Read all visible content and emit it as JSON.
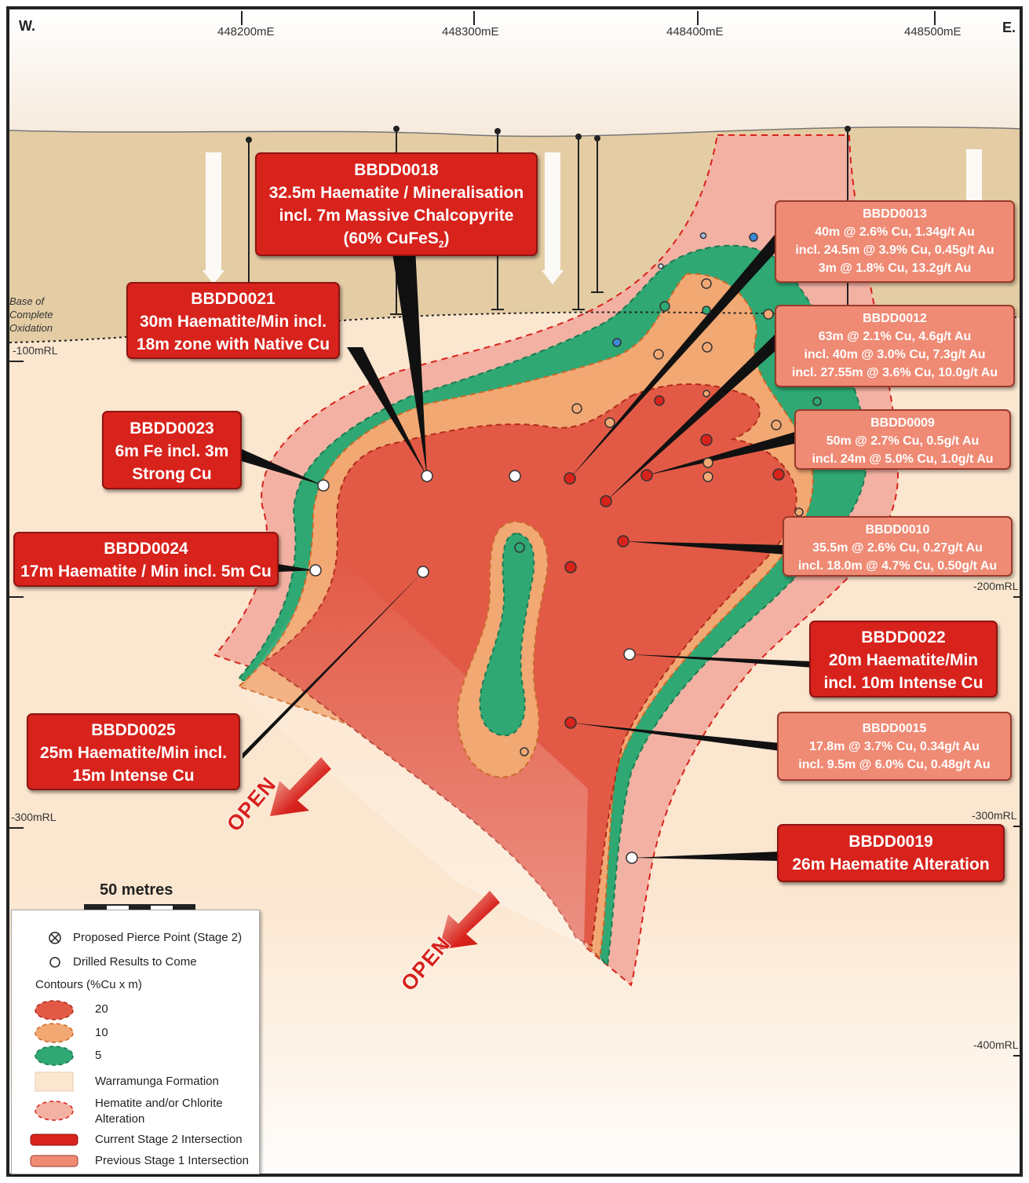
{
  "compass": {
    "west": "W.",
    "east": "E."
  },
  "eastings": [
    "448200mE",
    "448300mE",
    "448400mE",
    "448500mE"
  ],
  "rl_labels": {
    "m100": "-100mRL",
    "m200": "-200mRL",
    "m300_left": "-300mRL",
    "m300_right": "-300mRL",
    "m400": "-400mRL"
  },
  "oxidation_label": [
    "Base of",
    "Complete",
    "Oxidation"
  ],
  "open_labels": [
    "OPEN",
    "OPEN"
  ],
  "scale_bar": "50 metres",
  "intersections": {
    "bbdd0018": {
      "title": "BBDD0018",
      "lines": [
        "32.5m Haematite / Mineralisation",
        "incl. 7m Massive Chalcopyrite"
      ],
      "formula_prefix": "(60% CuFeS",
      "formula_sub": "2",
      "formula_suffix": ")"
    },
    "bbdd0021": {
      "title": "BBDD0021",
      "lines": [
        "30m Haematite/Min incl.",
        "18m zone with Native Cu"
      ]
    },
    "bbdd0023": {
      "title": "BBDD0023",
      "lines": [
        "6m Fe incl. 3m",
        "Strong Cu"
      ]
    },
    "bbdd0024": {
      "title": "BBDD0024",
      "lines": [
        "17m Haematite / Min incl. 5m Cu"
      ]
    },
    "bbdd0025": {
      "title": "BBDD0025",
      "lines": [
        "25m Haematite/Min incl.",
        "15m Intense Cu"
      ]
    },
    "bbdd0013": {
      "title": "BBDD0013",
      "lines": [
        "40m @ 2.6% Cu, 1.34g/t Au",
        "incl. 24.5m @ 3.9% Cu, 0.45g/t Au",
        "3m @ 1.8% Cu, 13.2g/t Au"
      ]
    },
    "bbdd0012": {
      "title": "BBDD0012",
      "lines": [
        "63m @ 2.1% Cu, 4.6g/t Au",
        "incl. 40m @ 3.0% Cu, 7.3g/t Au",
        "incl. 27.55m @ 3.6% Cu, 10.0g/t Au"
      ]
    },
    "bbdd0009": {
      "title": "BBDD0009",
      "lines": [
        "50m @ 2.7% Cu, 0.5g/t Au",
        "incl. 24m @ 5.0% Cu, 1.0g/t Au"
      ]
    },
    "bbdd0010": {
      "title": "BBDD0010",
      "lines": [
        "35.5m @ 2.6% Cu, 0.27g/t Au",
        "incl. 18.0m @ 4.7% Cu, 0.50g/t Au"
      ]
    },
    "bbdd0022": {
      "title": "BBDD0022",
      "lines": [
        "20m Haematite/Min",
        "incl. 10m Intense Cu"
      ]
    },
    "bbdd0015": {
      "title": "BBDD0015",
      "lines": [
        "17.8m @ 3.7% Cu, 0.34g/t Au",
        "incl. 9.5m @ 6.0% Cu, 0.48g/t Au"
      ]
    },
    "bbdd0019": {
      "title": "BBDD0019",
      "lines": [
        "26m Haematite Alteration"
      ]
    }
  },
  "legend": {
    "pierce": "Proposed Pierce Point (Stage 2)",
    "drilled": "Drilled Results to Come",
    "contours_heading": "Contours (%Cu x m)",
    "c20": "20",
    "c10": "10",
    "c5": "5",
    "warramunga": "Warramunga Formation",
    "alteration": [
      "Hematite and/or Chlorite",
      "Alteration"
    ],
    "current": "Current Stage 2 Intersection",
    "previous": "Previous Stage 1 Intersection"
  },
  "colors": {
    "contour20": "#e25a46",
    "contour10": "#f2a873",
    "contour5": "#2fa874",
    "alteration": "#f3b1a3",
    "warramunga": "#fbe6cf",
    "current": "#d8221c",
    "previous": "#ef8a74",
    "sky": "#fdf8f1",
    "oxidised": "#e4cda5"
  }
}
